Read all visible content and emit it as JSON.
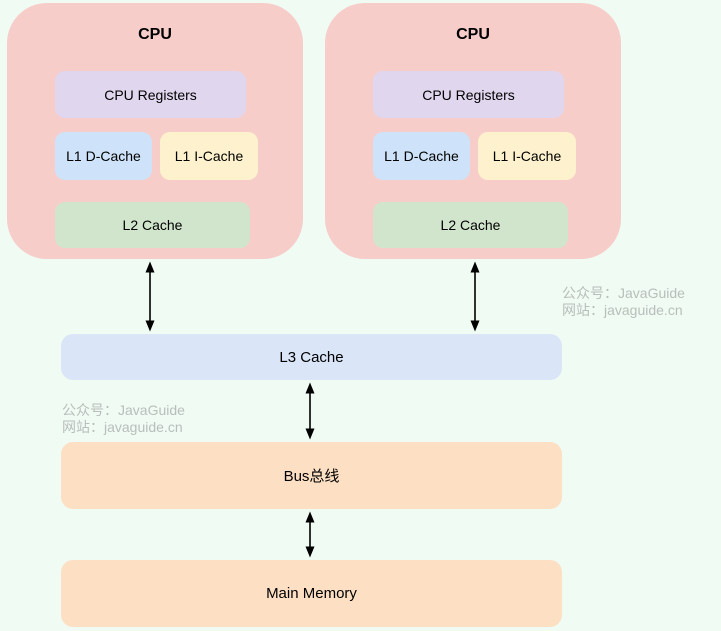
{
  "cpu_blocks": [
    {
      "title": "CPU",
      "registers_label": "CPU Registers",
      "l1_dcache_label": "L1 D-Cache",
      "l1_icache_label": "L1 I-Cache",
      "l2_label": "L2 Cache"
    },
    {
      "title": "CPU",
      "registers_label": "CPU Registers",
      "l1_dcache_label": "L1 D-Cache",
      "l1_icache_label": "L1 I-Cache",
      "l2_label": "L2 Cache"
    }
  ],
  "shared_cache": {
    "l3_label": "L3 Cache"
  },
  "bus": {
    "label": "Bus总线"
  },
  "main_memory": {
    "label": "Main Memory"
  },
  "watermarks": {
    "right": {
      "line1": "公众号：JavaGuide",
      "line2": "网站：javaguide.cn"
    },
    "left": {
      "line1": "公众号：JavaGuide",
      "line2": "网站：javaguide.cn"
    }
  },
  "colors": {
    "background": "#f0fbf4",
    "cpu_block": "#f7cdc9",
    "registers": "#e0d6ee",
    "l1_dcache": "#cee3f9",
    "l1_icache": "#fdf2cd",
    "l2_cache": "#d1e5cd",
    "l3_cache": "#dae5f8",
    "bus_memory": "#fde0c4",
    "watermark": "#b9beba",
    "arrow": "#000000"
  }
}
